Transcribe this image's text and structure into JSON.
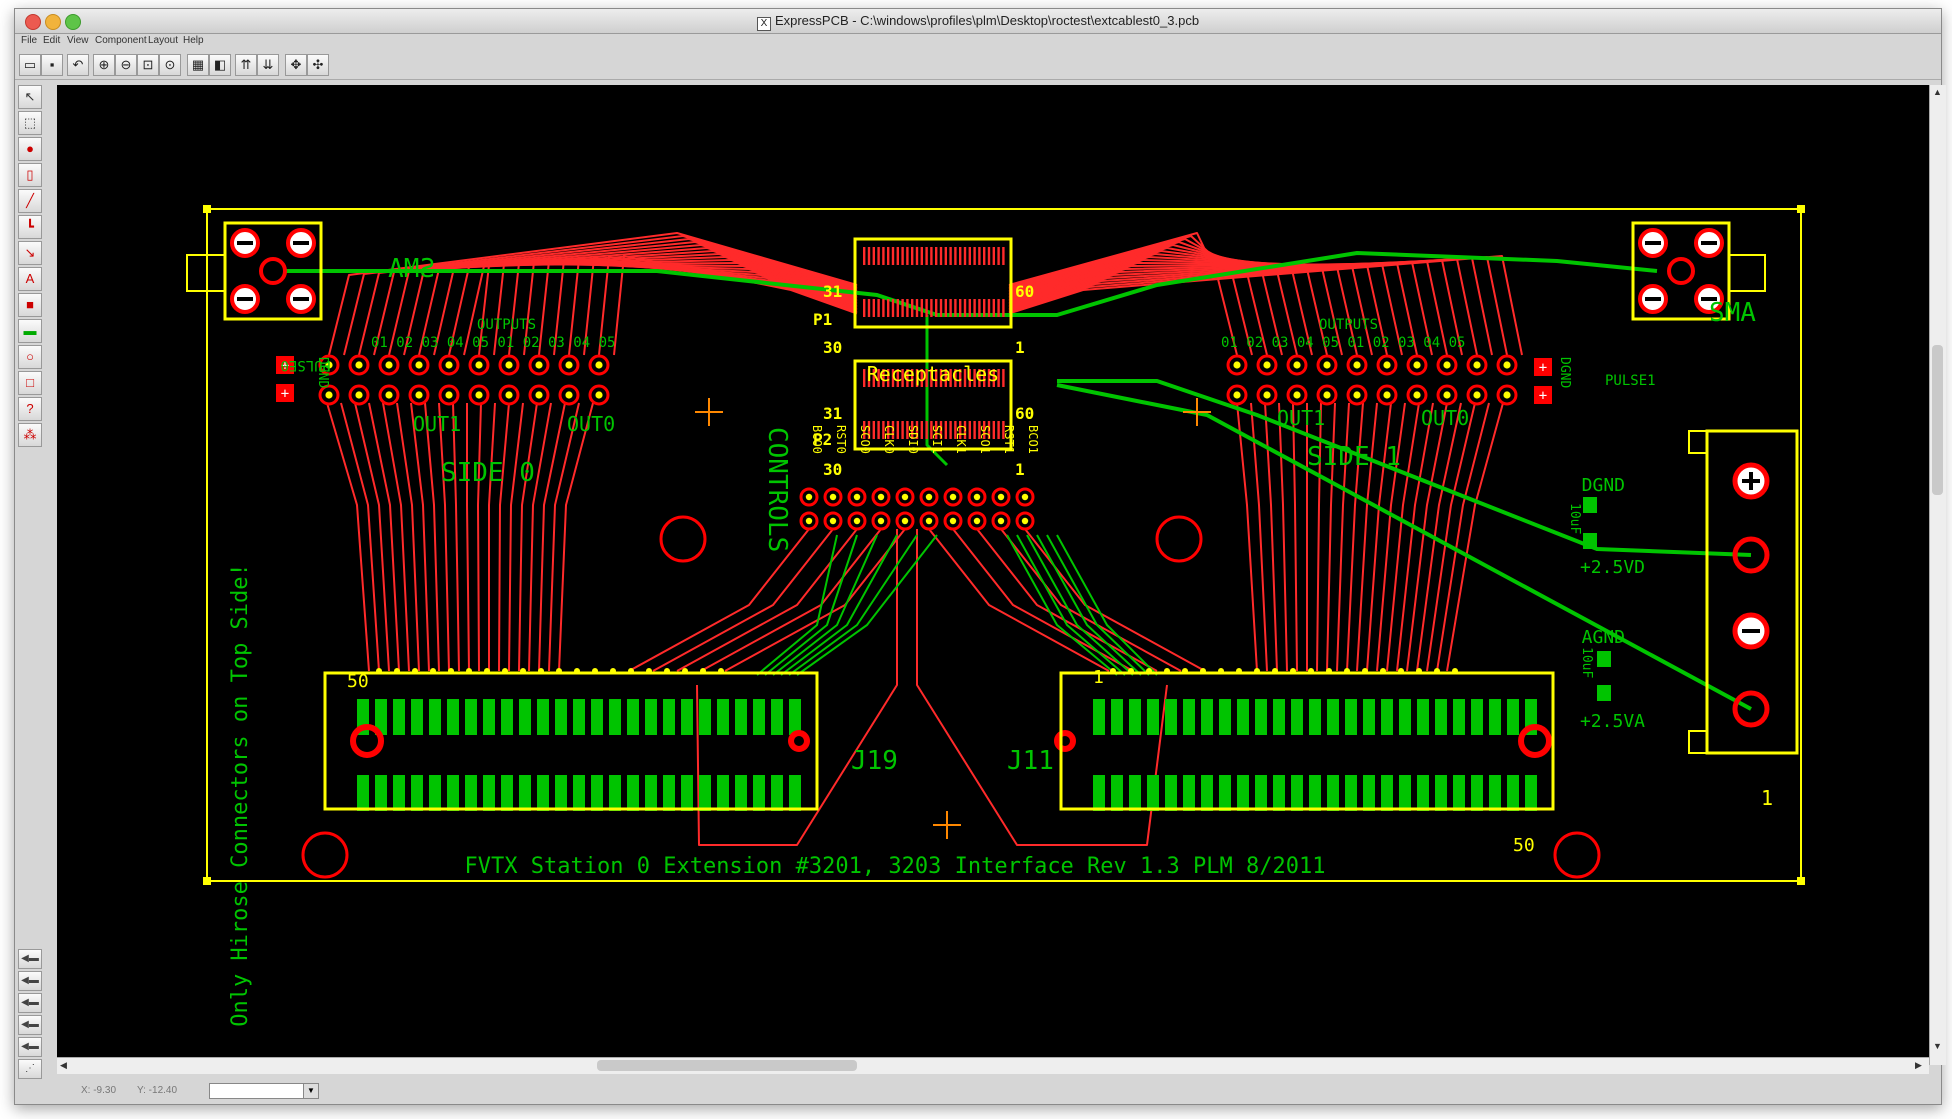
{
  "window": {
    "title": "ExpressPCB - C:\\windows\\profiles\\plm\\Desktop\\roctest\\extcablest0_3.pcb"
  },
  "menu": [
    "File",
    "Edit",
    "View",
    "Component",
    "Layout",
    "Help"
  ],
  "toolbar": [
    "open-icon",
    "save-icon",
    "undo-icon",
    "zoom-in-icon",
    "zoom-out-icon",
    "zoom-box-icon",
    "zoom-fit-icon",
    "component-icon",
    "footprint-icon",
    "pad-toggle-icon",
    "pad-toggle-2-icon",
    "move-icon",
    "center-icon"
  ],
  "sidebar": [
    "pointer-tool",
    "select-tool",
    "pad-tool",
    "component-tool",
    "trace-tool",
    "corner-tool",
    "jumper-tool",
    "text-tool",
    "fill-tool",
    "plane-tool",
    "circle-tool",
    "rect-tool",
    "query-tool",
    "net-tool"
  ],
  "layers": [
    "layer-top",
    "layer-silk",
    "layer-bottom",
    "layer-inner",
    "layer-power",
    "layer-net"
  ],
  "status": {
    "x": "X: -9.30",
    "y": "Y: -12.40",
    "combo": ""
  },
  "colors": {
    "copper_top": "#ff2a2a",
    "copper_bottom": "#00c400",
    "silkscreen": "#ffff00",
    "pad": "#ff0000",
    "background": "#000000"
  },
  "pcb": {
    "sma_left": "SMA",
    "sma_right": "SMA",
    "pulse0": "PULSE0",
    "pulse1": "PULSE1",
    "outputs_l": "OUTPUTS",
    "outputs_r": "OUTPUTS",
    "out_l_row": "01 02 03 04 05 01 02 03 04 05",
    "out_r_row": "01 02 03 04 05 01 02 03 04 05",
    "out1_l": "OUT1",
    "out0_l": "OUT0",
    "out1_r": "OUT1",
    "out0_r": "OUT0",
    "dgnd_l": "DGND",
    "dgnd_r": "DGND",
    "side0": "SIDE 0",
    "side1": "SIDE 1",
    "p1": "P1",
    "p2": "P2",
    "pin31a": "31",
    "pin30a": "30",
    "pin60a": "60",
    "pin1a": "1",
    "pin31b": "31",
    "pin30b": "30",
    "pin60b": "60",
    "pin1b": "1",
    "receptacles": "Receptacles",
    "controls": "CONTROLS",
    "ctrl_pins": [
      "BCO0",
      "RST0",
      "SCO0",
      "CLK0",
      "SDI0",
      "SCI1",
      "CLK1",
      "SCO1",
      "RST1",
      "BCO1"
    ],
    "j19": "J19",
    "j11": "J11",
    "j19_50": "50",
    "j11_1": "1",
    "j11_50": "50",
    "left_note": "Only Hirose Connectors on Top Side!",
    "bottom_note": "FVTX Station 0 Extension #3201, 3203 Interface Rev 1.3 PLM 8/2011",
    "pwr": {
      "dgnd": "DGND",
      "v25d": "+2.5VD",
      "agnd": "AGND",
      "v25a": "+2.5VA",
      "one": "1"
    },
    "cap1": "10uF",
    "cap2": "10uF"
  }
}
